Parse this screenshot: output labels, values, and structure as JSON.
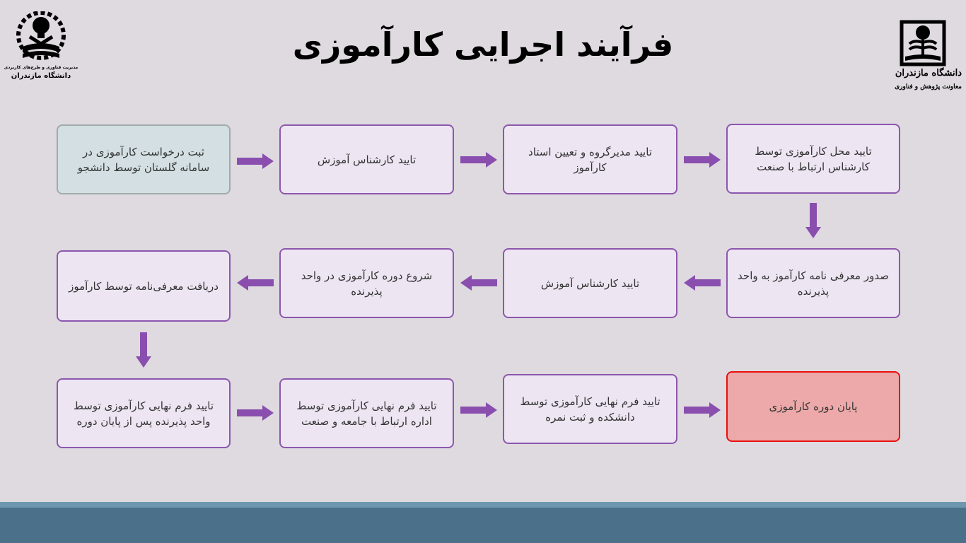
{
  "title": "فرآیند اجرایی کارآموزی",
  "logos": {
    "left": {
      "line1": "مدیریت فناوری و طرح‌های کاربردی",
      "line2": "دانشگاه مازندران"
    },
    "right": {
      "line1": "دانشگاه مازندران",
      "line2": "معاونت پژوهش و فناوری"
    }
  },
  "steps": [
    "ثبت درخواست کارآموزی در سامانه گلستان توسط دانشجو",
    "تایید کارشناس آموزش",
    "تایید مدیرگروه و تعیین استاد کارآموز",
    "تایید محل کارآموزی توسط کارشناس ارتباط با صنعت",
    "صدور معرفی نامه کارآموز به واحد پذیرنده",
    "تایید کارشناس آموزش",
    "شروع دوره کارآموزی در واحد پذیرنده",
    "دریافت معرفی‌نامه توسط کارآموز",
    "تایید فرم نهایی کارآموزی توسط واحد پذیرنده پس از پایان دوره",
    "تایید فرم نهایی کارآموزی توسط اداره ارتباط با جامعه و صنعت",
    "تایید فرم نهایی کارآموزی توسط دانشکده و ثبت نمره",
    "پایان دوره کارآموزی"
  ],
  "colors": {
    "box_fill": "#ede5f2",
    "box_border": "#8c57ae",
    "arrow": "#8a4fae",
    "start_fill": "#d3dfe2",
    "end_fill": "#eda9a9",
    "end_border": "#e81010"
  }
}
